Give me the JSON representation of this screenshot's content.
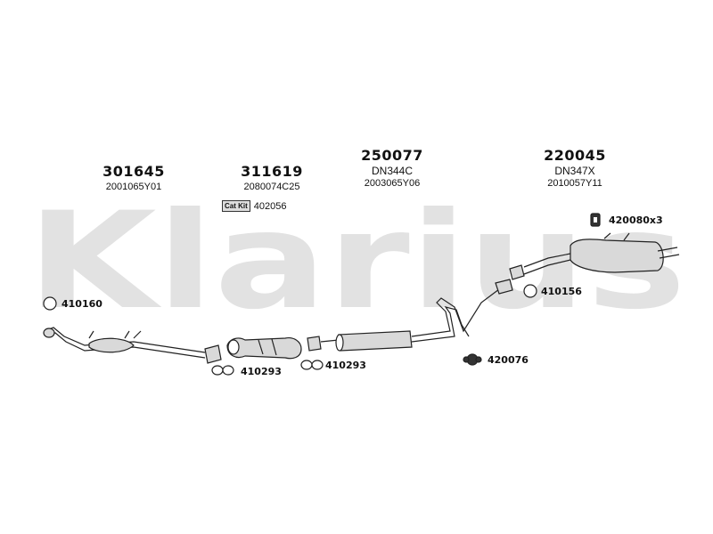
{
  "watermark": {
    "text": "Klarius",
    "color": "#e2e2e2"
  },
  "parts": [
    {
      "id": "301645",
      "number": "301645",
      "ref": "2001065Y01"
    },
    {
      "id": "311619",
      "number": "311619",
      "ref": "2080074C25",
      "catkit_label": "Cat Kit",
      "catkit_ref": "402056"
    },
    {
      "id": "250077",
      "number": "250077",
      "code": "DN344C",
      "ref": "2003065Y06"
    },
    {
      "id": "220045",
      "number": "220045",
      "code": "DN347X",
      "ref": "2010057Y11"
    }
  ],
  "fittings": [
    {
      "id": "410160",
      "label": "410160",
      "icon": "ring-gasket-icon"
    },
    {
      "id": "410293a",
      "label": "410293",
      "icon": "flange-gasket-icon"
    },
    {
      "id": "410293b",
      "label": "410293",
      "icon": "flange-gasket-icon"
    },
    {
      "id": "420076",
      "label": "420076",
      "icon": "rubber-mount-icon"
    },
    {
      "id": "410156",
      "label": "410156",
      "icon": "ring-gasket-icon"
    },
    {
      "id": "420080",
      "label": "420080x3",
      "icon": "hanger-rubber-icon"
    }
  ],
  "colors": {
    "line": "#222222",
    "fill": "#d9d9d9"
  }
}
